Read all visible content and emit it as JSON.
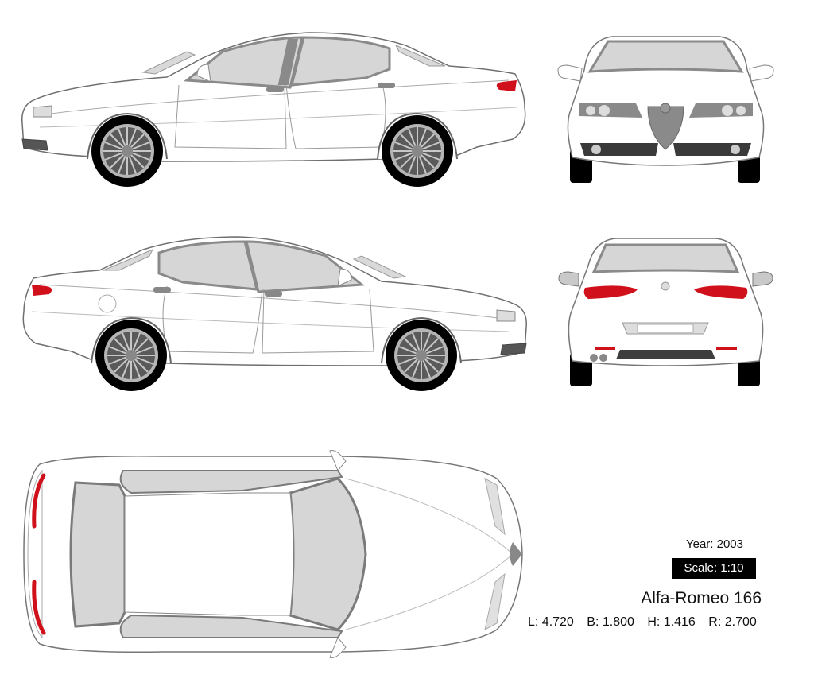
{
  "sheet": {
    "year_label": "Year: 2003",
    "scale_label": "Scale: 1:10",
    "model_name": "Alfa-Romeo 166",
    "dimensions": {
      "length": "L: 4.720",
      "breadth": "B: 1.800",
      "height": "H: 1.416",
      "wheelbase": "R: 2.700"
    }
  },
  "views": [
    {
      "id": "side-left",
      "label": "left side view"
    },
    {
      "id": "front",
      "label": "front view"
    },
    {
      "id": "side-right",
      "label": "right side view"
    },
    {
      "id": "rear",
      "label": "rear view"
    },
    {
      "id": "top",
      "label": "top view"
    }
  ],
  "colors": {
    "body": "#ffffff",
    "outline": "#8a8a8a",
    "glass": "#d6d6d6",
    "trim": "#7a7a7a",
    "tire": "#000000",
    "rim": "#b5b5b5",
    "rim_dark": "#5a5a5a",
    "tail_light": "#d0101a",
    "scale_bg": "#000000",
    "scale_fg": "#ffffff"
  }
}
